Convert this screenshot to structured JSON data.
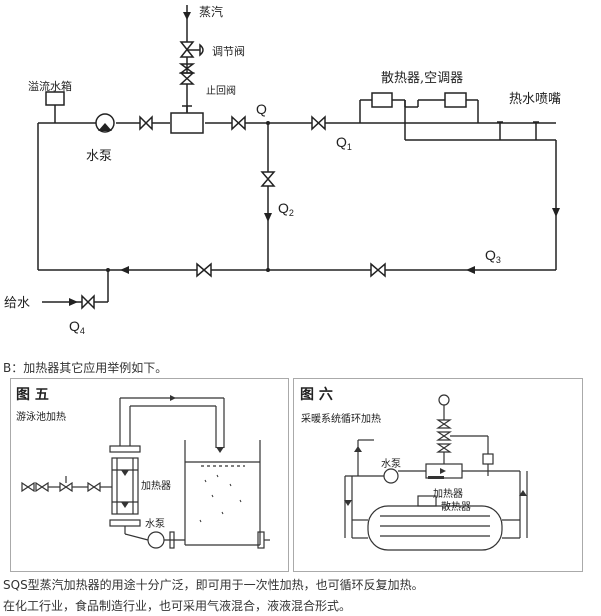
{
  "main_diagram": {
    "steam": "蒸汽",
    "regulating_valve": "调节阀",
    "check_valve": "止回阀",
    "overflow_tank": "溢流水箱",
    "pump": "水泵",
    "radiator_ac": "散热器,空调器",
    "hot_water_nozzle": "热水喷嘴",
    "water_supply": "给水",
    "q": "Q",
    "q1": "Q",
    "q1_sub": "1",
    "q2": "Q",
    "q2_sub": "2",
    "q3": "Q",
    "q3_sub": "3",
    "q4": "Q",
    "q4_sub": "4"
  },
  "intro_text": "B：加热器其它应用举例如下。",
  "figure5": {
    "title": "图 五",
    "subtitle": "游泳池加热",
    "heater": "加热器",
    "pump": "水泵"
  },
  "figure6": {
    "title": "图 六",
    "subtitle": "采暖系统循环加热",
    "pump": "水泵",
    "heater": "加热器",
    "radiator": "散热器"
  },
  "footer": {
    "line1": "SQS型蒸汽加热器的用途十分广泛，即可用于一次性加热，也可循环反复加热。",
    "line2": "在化工行业，食品制造行业，也可采用气液混合，液液混合形式。"
  }
}
